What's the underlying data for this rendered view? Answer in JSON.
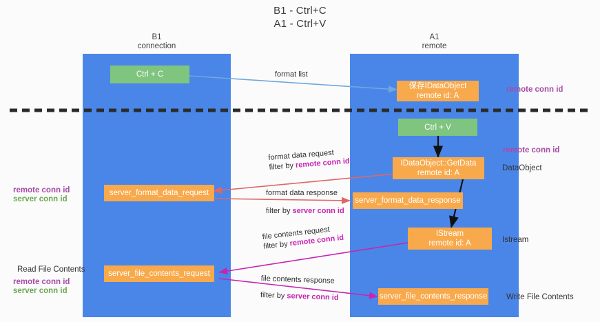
{
  "title": {
    "line1": "B1 - Ctrl+C",
    "line2": "A1 - Ctrl+V"
  },
  "lanes": [
    {
      "id": "b1",
      "name": "B1",
      "role": "connection",
      "color": "#4a86e8"
    },
    {
      "id": "a1",
      "name": "A1",
      "role": "remote",
      "color": "#4a86e8"
    }
  ],
  "nodes": {
    "ctrl_c": {
      "line1": "Ctrl + C",
      "line2": "",
      "color": "#7fc47f"
    },
    "store_idataobject": {
      "line1": "保存IDataObject",
      "line2": "remote id: A",
      "color": "#f8a94b"
    },
    "ctrl_v": {
      "line1": "Ctrl + V",
      "line2": "",
      "color": "#7fc47f"
    },
    "getdata": {
      "line1": "IDataObject::GetData",
      "line2": "remote id: A",
      "color": "#f8a94b"
    },
    "server_format_data_request": {
      "line1": "server_format_data_request",
      "line2": "",
      "color": "#f8a94b"
    },
    "server_format_data_response": {
      "line1": "server_format_data_response",
      "line2": "",
      "color": "#f8a94b"
    },
    "istream": {
      "line1": "IStream",
      "line2": "remote id: A",
      "color": "#f8a94b"
    },
    "server_file_contents_request": {
      "line1": "server_file_contents_request",
      "line2": "",
      "color": "#f8a94b"
    },
    "server_file_contents_response": {
      "line1": "server_file_contents_response",
      "line2": "",
      "color": "#f8a94b"
    }
  },
  "edges": {
    "format_list": {
      "label": "format list",
      "color": "#6fa8dc"
    },
    "format_data_request": {
      "label": "format data request",
      "filter_prefix": "filter by ",
      "filter_key": "remote conn id",
      "color": "#e06666"
    },
    "format_data_response": {
      "label": "format data response",
      "filter_prefix": "filter by ",
      "filter_key": "server conn id",
      "color": "#e06666"
    },
    "file_contents_request": {
      "label": "file contents request",
      "filter_prefix": "filter by ",
      "filter_key": "remote conn id",
      "color": "#c724b1"
    },
    "file_contents_response": {
      "label": "file contents response",
      "filter_prefix": "filter by ",
      "filter_key": "server conn id",
      "color": "#c724b1"
    }
  },
  "side_labels": {
    "right_remote_conn_top": "remote conn id",
    "right_remote_conn_mid": "remote conn id",
    "right_dataobject": "DataObject",
    "right_istream": "Istream",
    "right_write_file_contents": "Write File Contents",
    "left_remote_conn_mid": "remote conn id",
    "left_server_conn_mid": "server conn id",
    "left_read_file_contents": "Read File Contents",
    "left_remote_conn_bottom": "remote conn id",
    "left_server_conn_bottom": "server conn id"
  },
  "colors": {
    "lane": "#4a86e8",
    "green_node": "#7fc47f",
    "orange_node": "#f8a94b",
    "purple_text": "#a64ca6",
    "green_text": "#6aa84f",
    "pink_edge": "#c724b1",
    "red_edge": "#e06666",
    "blue_edge": "#6fa8dc",
    "divider": "#2b2b2b"
  }
}
